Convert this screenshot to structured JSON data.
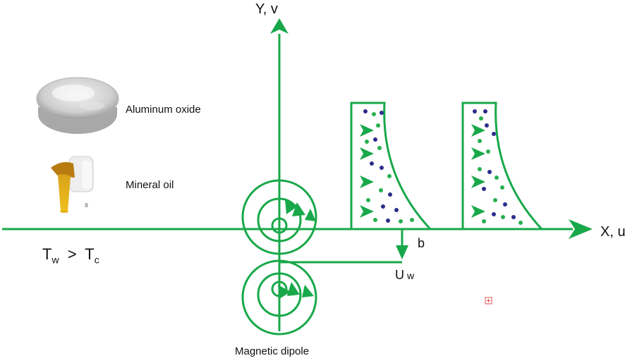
{
  "axes": {
    "y_label": "Y, v",
    "x_label": "X, u"
  },
  "legend": {
    "nanoparticle": "Aluminum oxide",
    "base_fluid": "Mineral oil"
  },
  "condition": {
    "t_w": "T",
    "w_sub": "w",
    "op": ">",
    "t_c": "T",
    "c_sub": "c"
  },
  "slot": {
    "b_label": "b",
    "uw_main": "U",
    "uw_sub": "w"
  },
  "dipole": {
    "caption": "Magnetic dipole"
  },
  "colors": {
    "line": "#18a84a",
    "particle_green": "#27b04f",
    "particle_blue": "#2c2c8c",
    "marker": "#e05050"
  },
  "icons": {
    "powder": "aluminum-oxide-powder-icon",
    "oil": "mineral-oil-bottle-icon"
  }
}
